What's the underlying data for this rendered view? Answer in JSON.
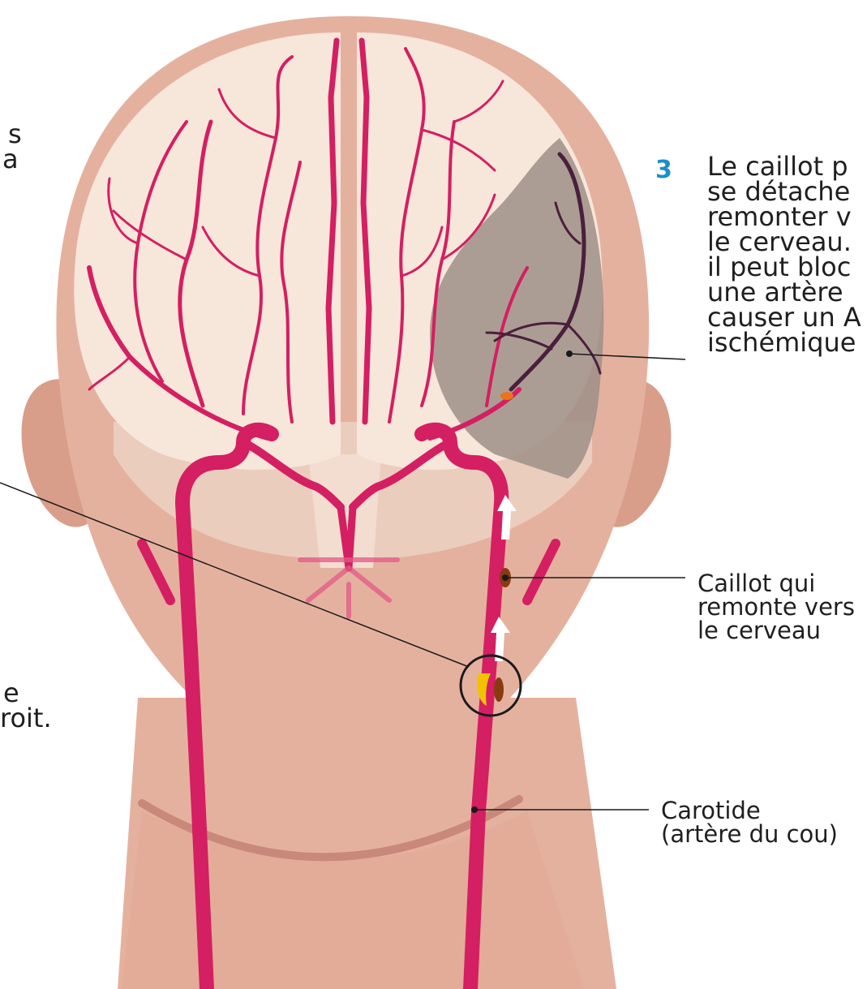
{
  "step3": {
    "number": "3",
    "lines": [
      "Le caillot p",
      "se détache",
      "remonter v",
      "le cerveau.",
      "il peut bloc",
      "une artère",
      "causer un A",
      "ischémique"
    ]
  },
  "left_fragments": {
    "top": [
      "s",
      "a"
    ],
    "bottom": [
      "e",
      "roit."
    ]
  },
  "labels": {
    "clot": [
      "Caillot qui",
      "remonte vers",
      "le cerveau"
    ],
    "carotid": [
      "Carotide",
      "(artère du cou)"
    ]
  },
  "colors": {
    "skin": "#e5b19f",
    "skin_dark": "#d99e89",
    "brain": "#f7e6da",
    "artery": "#d41f62",
    "vein_dark": "#4a1f3c",
    "ischemic_zone": "#9f8f87",
    "clot": "#8a3a10",
    "plaque": "#f2c200",
    "accent_number": "#1b8fc9"
  }
}
